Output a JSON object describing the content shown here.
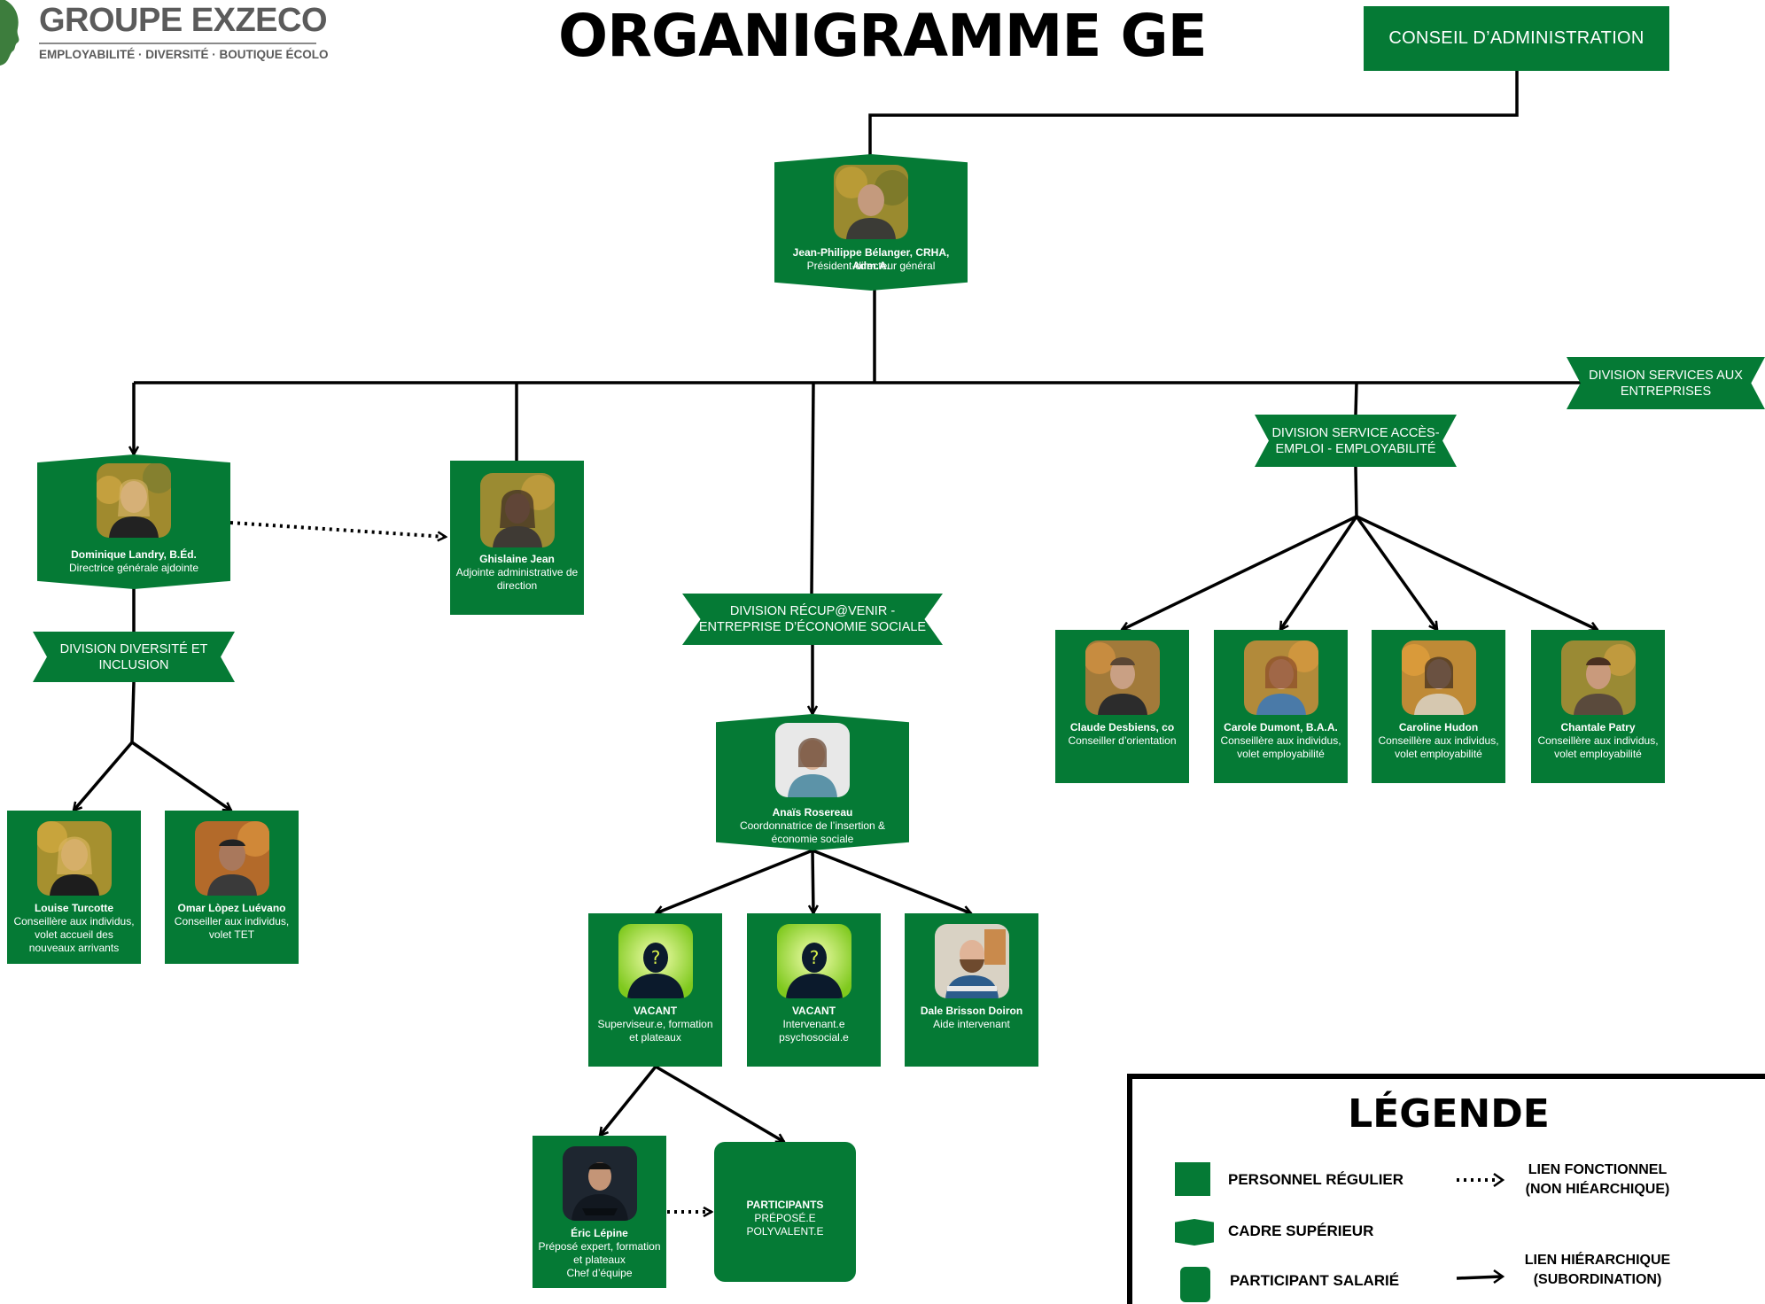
{
  "header": {
    "logo_name": "GROUPE EXZECO",
    "logo_tagline": "EMPLOYABILITÉ · DIVERSITÉ · BOUTIQUE ÉCOLO",
    "title": "ORGANIGRAMME GE",
    "board_label": "CONSEIL D’ADMINISTRATION"
  },
  "colors": {
    "brand_green": "#057a35",
    "line": "#000000"
  },
  "people": {
    "ceo": {
      "name": "Jean-Philippe Bélanger, CRHA, Adm.A.",
      "role": "Président-directeur général"
    },
    "dg_adjointe": {
      "name": "Dominique Landry, B.Éd.",
      "role": "Directrice générale ajdointe"
    },
    "adjointe_admin": {
      "name": "Ghislaine Jean",
      "role": "Adjointe administrative de direction"
    },
    "louise": {
      "name": "Louise Turcotte",
      "role": "Conseillère aux individus, volet accueil des nouveaux arrivants"
    },
    "omar": {
      "name": "Omar Lòpez Luévano",
      "role": "Conseiller aux individus, volet TET"
    },
    "anais": {
      "name": "Anaïs Rosereau",
      "role": "Coordonnatrice de l’insertion & économie sociale"
    },
    "vacant1": {
      "name": "VACANT",
      "role": "Superviseur.e, formation et plateaux"
    },
    "vacant2": {
      "name": "VACANT",
      "role": "Intervenant.e psychosocial.e"
    },
    "dale": {
      "name": "Dale Brisson Doiron",
      "role": "Aide intervenant"
    },
    "eric": {
      "name": "Éric Lépine",
      "role": "Préposé expert, formation et plateaux",
      "role2": "Chef d’équipe"
    },
    "participants": {
      "name": "PARTICIPANTS",
      "role": "PRÉPOSÉ.E POLYVALENT.E"
    },
    "claude": {
      "name": "Claude Desbiens, co",
      "role": "Conseiller d’orientation"
    },
    "carole": {
      "name": "Carole Dumont, B.A.A.",
      "role": "Conseillère aux individus, volet employabilité"
    },
    "caroline": {
      "name": "Caroline Hudon",
      "role": "Conseillère aux individus, volet employabilité"
    },
    "chantale": {
      "name": "Chantale Patry",
      "role": "Conseillère aux individus, volet employabilité"
    }
  },
  "divisions": {
    "services_entreprises": "DIVISION SERVICES AUX\nENTREPRISES",
    "acces_emploi": "DIVISION SERVICE ACCÈS-\nEMPLOI - EMPLOYABILITÉ",
    "diversite": "DIVISION DIVERSITÉ ET\nINCLUSION",
    "recupavenir": "DIVISION RÉCUP@VENIR -\nENTREPRISE D’ÉCONOMIE SOCIALE"
  },
  "legend": {
    "title": "LÉGENDE",
    "regular": "PERSONNEL RÉGULIER",
    "senior": "CADRE SUPÉRIEUR",
    "participant": "PARTICIPANT SALARIÉ",
    "functional": "LIEN FONCTIONNEL\n(NON HIÉARCHIQUE)",
    "hierarchical": "LIEN HIÉRARCHIQUE\n(SUBORDINATION)"
  }
}
